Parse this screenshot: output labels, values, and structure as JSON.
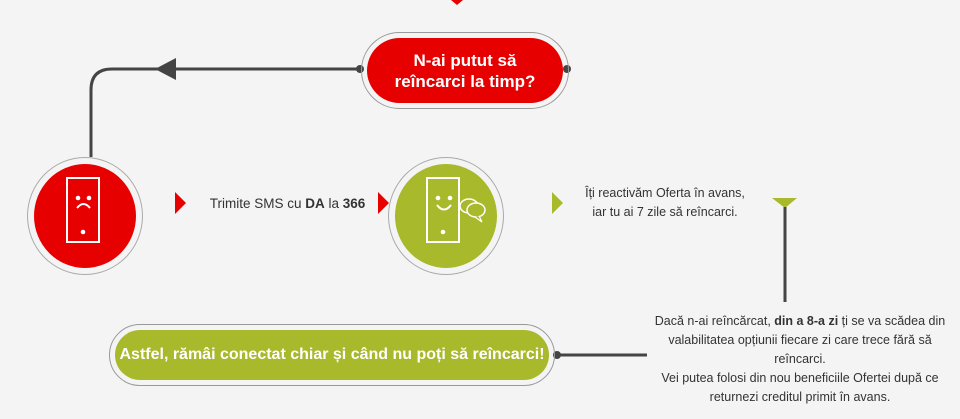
{
  "question": {
    "line1": "N-ai putut să",
    "line2": "reîncarci la timp?"
  },
  "step1": {
    "prefix": "Trimite SMS cu ",
    "bold1": "DA",
    "mid": " la ",
    "bold2": "366"
  },
  "step2": {
    "line1": "Îți reactivăm Oferta în avans,",
    "line2": "iar tu ai 7 zile să reîncarci."
  },
  "step3": {
    "prefix": "Dacă n-ai reîncărcat, ",
    "bold": "din a 8-a zi",
    "rest1": " ți se va scădea din",
    "line2": "valabilitatea opțiunii fiecare zi care trece fără să reîncarci.",
    "line3": "Vei putea folosi din nou beneficiile Ofertei după ce",
    "line4": "returnezi creditul primit în avans."
  },
  "conclusion": "Astfel, rămâi conectat chiar și când nu poți să reîncarci!",
  "colors": {
    "red": "#e60000",
    "green": "#a8b92c",
    "line": "#444444"
  }
}
